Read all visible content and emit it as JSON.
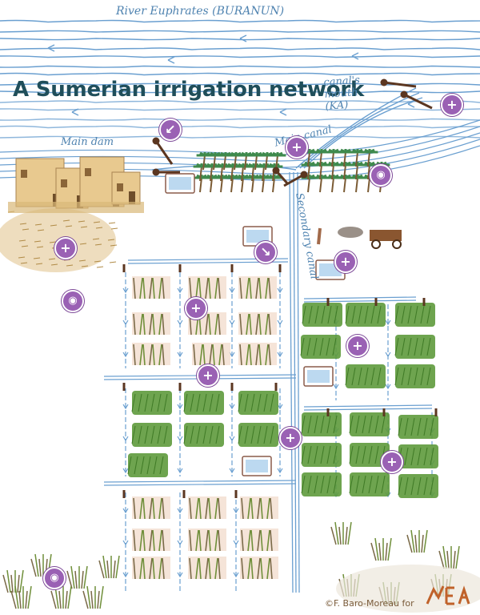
{
  "title": "A Sumerian irrigation network",
  "labels": {
    "river": "River Euphrates (BURANUN)",
    "main_dam": "Main dam",
    "main_canal": "Main canal",
    "canal_mouth": "canal's mouth (KA)",
    "secondary_canal": "Secondary canal"
  },
  "credit": "©F. Baro-Moreau for",
  "colors": {
    "water": "#6a9fd0",
    "field_green": "#5e9a3c",
    "reed": "#7a6a48",
    "hotspot": "#9a61b4",
    "title": "#1f4e5a",
    "sand": "#d9b36e"
  },
  "hotspots": [
    {
      "icon": "plus-icon",
      "glyph": "+"
    },
    {
      "icon": "arrow-icon",
      "glyph": "↙"
    },
    {
      "icon": "plus-icon",
      "glyph": "+"
    },
    {
      "icon": "eye-icon",
      "glyph": "◉"
    },
    {
      "icon": "plus-icon",
      "glyph": "+"
    },
    {
      "icon": "arrow-icon",
      "glyph": "↘"
    },
    {
      "icon": "plus-icon",
      "glyph": "+"
    },
    {
      "icon": "eye-icon",
      "glyph": "◉"
    },
    {
      "icon": "plus-icon",
      "glyph": "+"
    },
    {
      "icon": "plus-icon",
      "glyph": "+"
    },
    {
      "icon": "plus-icon",
      "glyph": "+"
    },
    {
      "icon": "plus-icon",
      "glyph": "+"
    },
    {
      "icon": "plus-icon",
      "glyph": "+"
    },
    {
      "icon": "eye-icon",
      "glyph": "◉"
    }
  ],
  "logo_icon": "game-studio-logo-icon"
}
